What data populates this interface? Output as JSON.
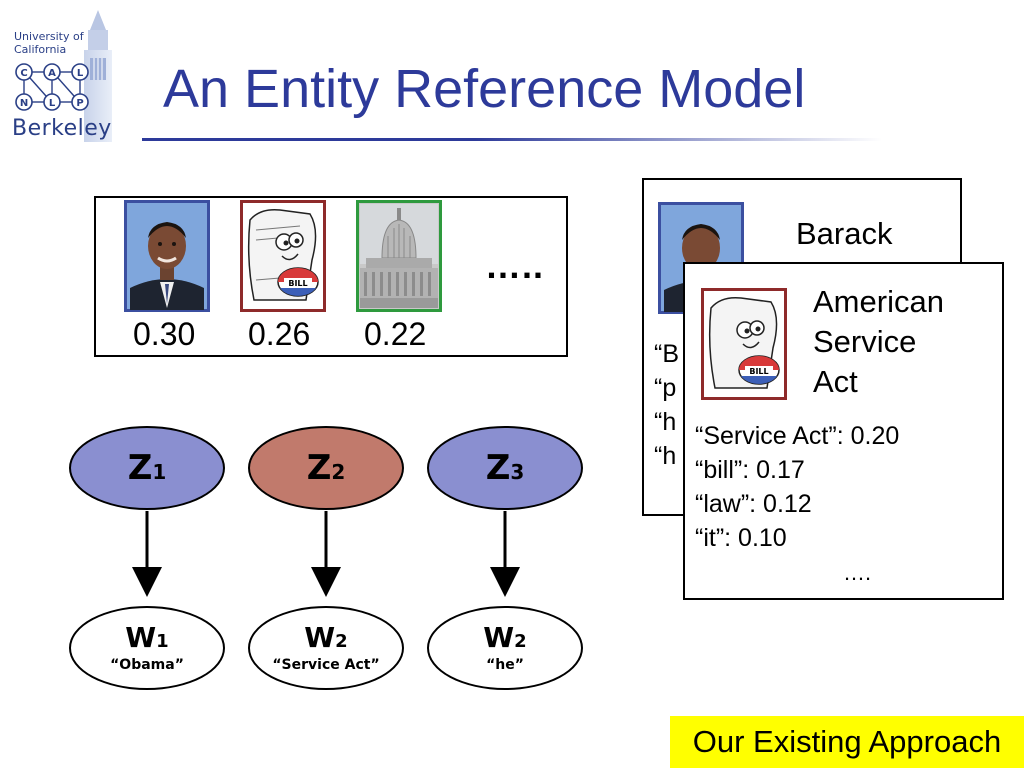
{
  "logo": {
    "university": "University of",
    "state": "California",
    "letters": [
      "C",
      "A",
      "L",
      "N",
      "L",
      "P"
    ],
    "campus": "Berkeley"
  },
  "title": "An Entity Reference Model",
  "distribution": {
    "entities": [
      {
        "picture": "obama-portrait",
        "prob": "0.30",
        "frame": "#3b4fa0"
      },
      {
        "picture": "bill-cartoon",
        "prob": "0.26",
        "frame": "#8e2a2a"
      },
      {
        "picture": "capitol-building",
        "prob": "0.22",
        "frame": "#2e9a3e"
      }
    ],
    "ellipsis": "….."
  },
  "model": {
    "z_nodes": [
      {
        "var": "Z",
        "sub": "1",
        "color": "#8a8fd0"
      },
      {
        "var": "Z",
        "sub": "2",
        "color": "#c17a6c"
      },
      {
        "var": "Z",
        "sub": "3",
        "color": "#8a8fd0"
      }
    ],
    "w_nodes": [
      {
        "var": "W",
        "sub": "1",
        "text": "“Obama”"
      },
      {
        "var": "W",
        "sub": "2",
        "text": "“Service Act”"
      },
      {
        "var": "W",
        "sub": "2",
        "text": "“he”"
      }
    ]
  },
  "card_back": {
    "title": "Barack",
    "lines": [
      "“B",
      "“p",
      "“h",
      "“h"
    ]
  },
  "card_front": {
    "title": [
      "American",
      "Service",
      "Act"
    ],
    "lines": [
      "“Service Act”: 0.20",
      "“bill”: 0.17",
      "“law”: 0.12",
      "“it”: 0.10"
    ],
    "ellipsis": "…."
  },
  "footer_tag": "Our Existing Approach",
  "colors": {
    "title": "#2d3a9a",
    "highlight": "#ffff00"
  }
}
